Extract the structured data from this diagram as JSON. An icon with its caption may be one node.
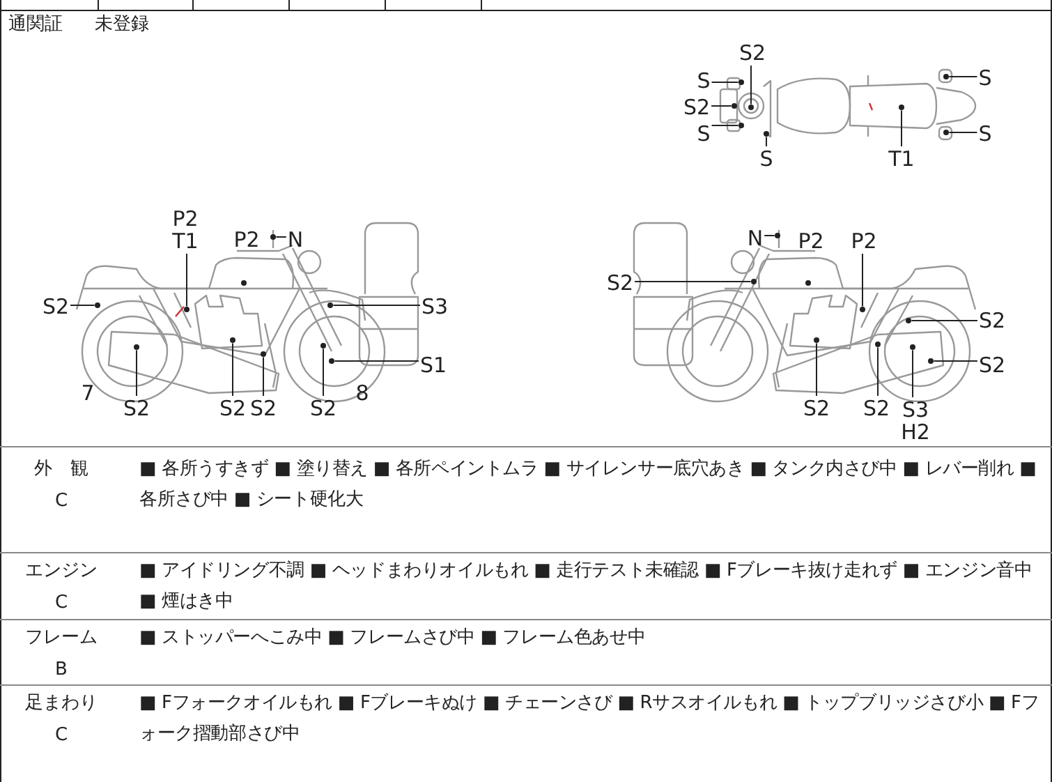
{
  "diagram": {
    "nodes": [
      {
        "text": [
          "S2"
        ]
      },
      {
        "text": [
          "S"
        ]
      },
      {
        "text": [
          "S"
        ]
      },
      {
        "text": [
          "S2"
        ]
      },
      {
        "text": [
          "S"
        ]
      },
      {
        "text": [
          "S"
        ]
      },
      {
        "text": [
          "S"
        ]
      },
      {
        "text": [
          "T1"
        ]
      },
      {
        "text": [
          "P2",
          "T1"
        ]
      },
      {
        "text": [
          "N"
        ]
      },
      {
        "text": [
          "N"
        ]
      },
      {
        "text": [
          "P2"
        ]
      },
      {
        "text": [
          "S2"
        ]
      },
      {
        "text": [
          "S2"
        ]
      },
      {
        "text": [
          "S3"
        ]
      },
      {
        "text": [
          "S2"
        ]
      },
      {
        "text": [
          "S1"
        ]
      },
      {
        "text": [
          "S2"
        ]
      },
      {
        "text": [
          "S2"
        ]
      },
      {
        "text": [
          "S2"
        ]
      },
      {
        "text": [
          "S2"
        ]
      },
      {
        "text": [
          "S2"
        ]
      },
      {
        "text": [
          "S2"
        ]
      },
      {
        "text": [
          "S2"
        ]
      },
      {
        "text": [
          "S3",
          "H2"
        ]
      },
      {
        "text": [],
        "shape": "circle"
      },
      {
        "text": [],
        "shape": "circle"
      },
      {
        "text": [],
        "shape": "circle"
      },
      {
        "text": [],
        "shape": "circle"
      },
      {
        "text": [],
        "shape": "circle"
      },
      {
        "text": [],
        "shape": "circle"
      },
      {
        "text": [],
        "shape": "circle"
      },
      {
        "text": [],
        "shape": "circle"
      },
      {
        "text": [],
        "shape": "circle"
      },
      {
        "text": [],
        "shape": "circle"
      },
      {
        "text": [],
        "shape": "circle"
      },
      {
        "text": [],
        "shape": "circle"
      },
      {
        "text": [],
        "shape": "circle"
      },
      {
        "text": [],
        "shape": "circle"
      },
      {
        "text": [],
        "shape": "circle"
      },
      {
        "text": [],
        "shape": "circle"
      },
      {
        "text": [],
        "shape": "circle"
      },
      {
        "text": [],
        "shape": "circle"
      },
      {
        "text": [],
        "shape": "circle"
      },
      {
        "text": [],
        "shape": "circle"
      },
      {
        "text": [],
        "shape": "circle"
      },
      {
        "text": [],
        "shape": "circle"
      },
      {
        "text": [],
        "shape": "circle"
      },
      {
        "text": [],
        "shape": "circle"
      },
      {
        "text": [],
        "shape": "circle"
      }
    ],
    "edges": [
      {
        "from": 0,
        "to": 25,
        "arrow": "none"
      },
      {
        "from": 1,
        "to": 26,
        "arrow": "none"
      },
      {
        "from": 2,
        "to": 27,
        "arrow": "none"
      },
      {
        "from": 3,
        "to": 28,
        "arrow": "none"
      },
      {
        "from": 4,
        "to": 29,
        "arrow": "none"
      },
      {
        "from": 5,
        "to": 30,
        "arrow": "none"
      },
      {
        "from": 6,
        "to": 31,
        "arrow": "none"
      },
      {
        "from": 7,
        "to": 32,
        "arrow": "none"
      },
      {
        "from": 8,
        "to": 33,
        "arrow": "none"
      },
      {
        "from": 9,
        "to": 34,
        "arrow": "none"
      },
      {
        "from": 10,
        "to": 35,
        "arrow": "none"
      },
      {
        "from": 11,
        "to": 36,
        "arrow": "none"
      },
      {
        "from": 12,
        "to": 37,
        "arrow": "none"
      },
      {
        "from": 13,
        "to": 38,
        "arrow": "none"
      },
      {
        "from": 14,
        "to": 39,
        "arrow": "none"
      },
      {
        "from": 15,
        "to": 40,
        "arrow": "none"
      },
      {
        "from": 16,
        "to": 41,
        "arrow": "none"
      },
      {
        "from": 17,
        "to": 42,
        "arrow": "none"
      },
      {
        "from": 18,
        "to": 43,
        "arrow": "none"
      },
      {
        "from": 19,
        "to": 44,
        "arrow": "none"
      },
      {
        "from": 20,
        "to": 45,
        "arrow": "none"
      },
      {
        "from": 21,
        "to": 46,
        "arrow": "none"
      },
      {
        "from": 22,
        "to": 47,
        "arrow": "none"
      },
      {
        "from": 23,
        "to": 48,
        "arrow": "none"
      },
      {
        "from": 24,
        "to": 49,
        "arrow": "none"
      }
    ],
    "labels": [
      "通関証",
      "未登録",
      "P2",
      "P2",
      "7",
      "8",
      "外　観",
      "C",
      "■ 各所うすきず ■ 塗り替え ■ 各所ペイントムラ ■ サイレンサー底穴あき ■ タンク内さび中 ■ レバー削れ ■ 各所さび中 ■ シート硬化大",
      "エンジン",
      "C",
      "■ アイドリング不調 ■ ヘッドまわりオイルもれ ■ 走行テスト未確認 ■ Fブレーキ抜け走れず ■ エンジン音中 ■ 煙はき中",
      "フレーム",
      "B",
      "■ ストッパーへこみ中 ■ フレームさび中 ■ フレーム色あせ中",
      "足まわり",
      "C",
      "■ Fフォークオイルもれ ■ Fブレーキぬけ ■ チェーンさび ■ Rサスオイルもれ ■ トップブリッジさび小 ■ Fフォーク摺動部さび中"
    ]
  }
}
